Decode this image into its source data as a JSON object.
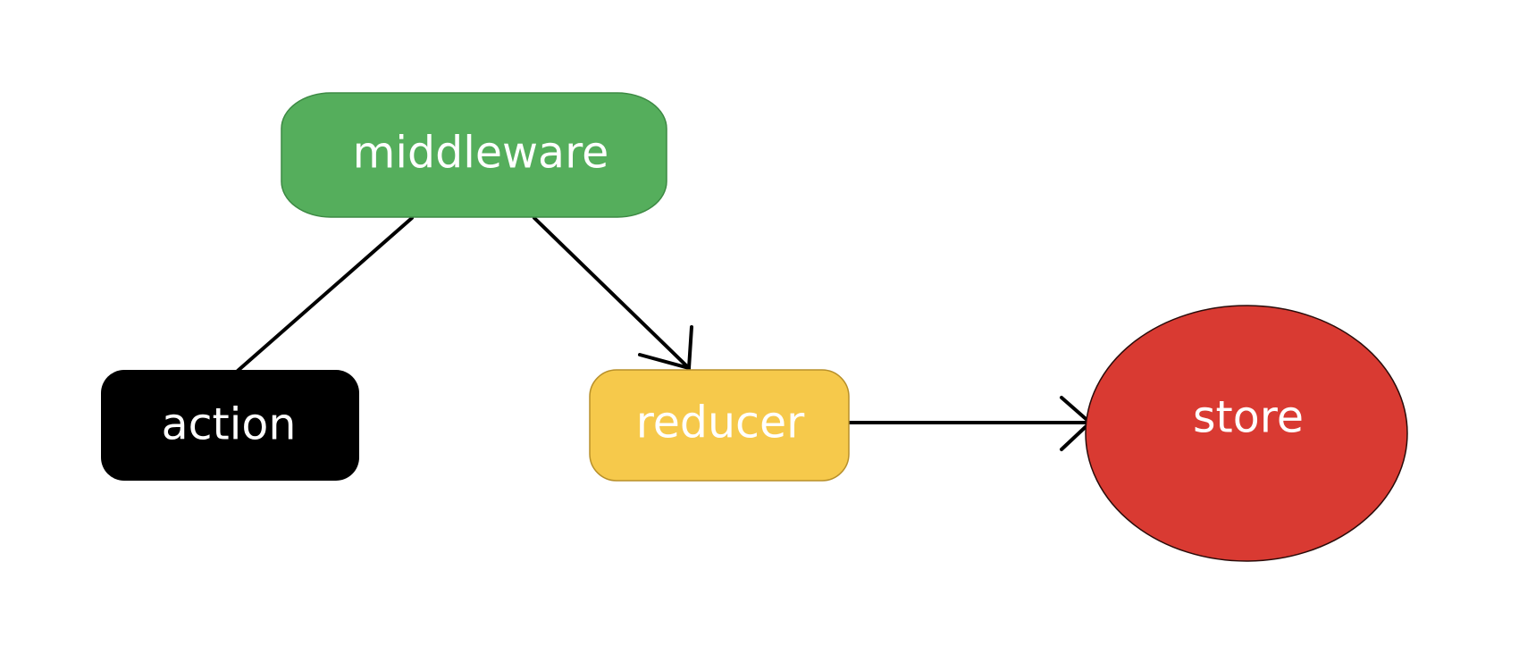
{
  "diagram": {
    "nodes": {
      "middleware": {
        "label": "middleware",
        "fill": "#55ae5c",
        "text_color": "#ffffff"
      },
      "action": {
        "label": "action",
        "fill": "#000000",
        "text_color": "#ffffff"
      },
      "reducer": {
        "label": "reducer",
        "fill": "#f6c94b",
        "text_color": "#ffffff"
      },
      "store": {
        "label": "store",
        "fill": "#d93a32",
        "text_color": "#ffffff"
      }
    },
    "edges": [
      {
        "from": "middleware",
        "to": "action",
        "arrow": false
      },
      {
        "from": "middleware",
        "to": "reducer",
        "arrow": true
      },
      {
        "from": "reducer",
        "to": "store",
        "arrow": true
      }
    ]
  }
}
